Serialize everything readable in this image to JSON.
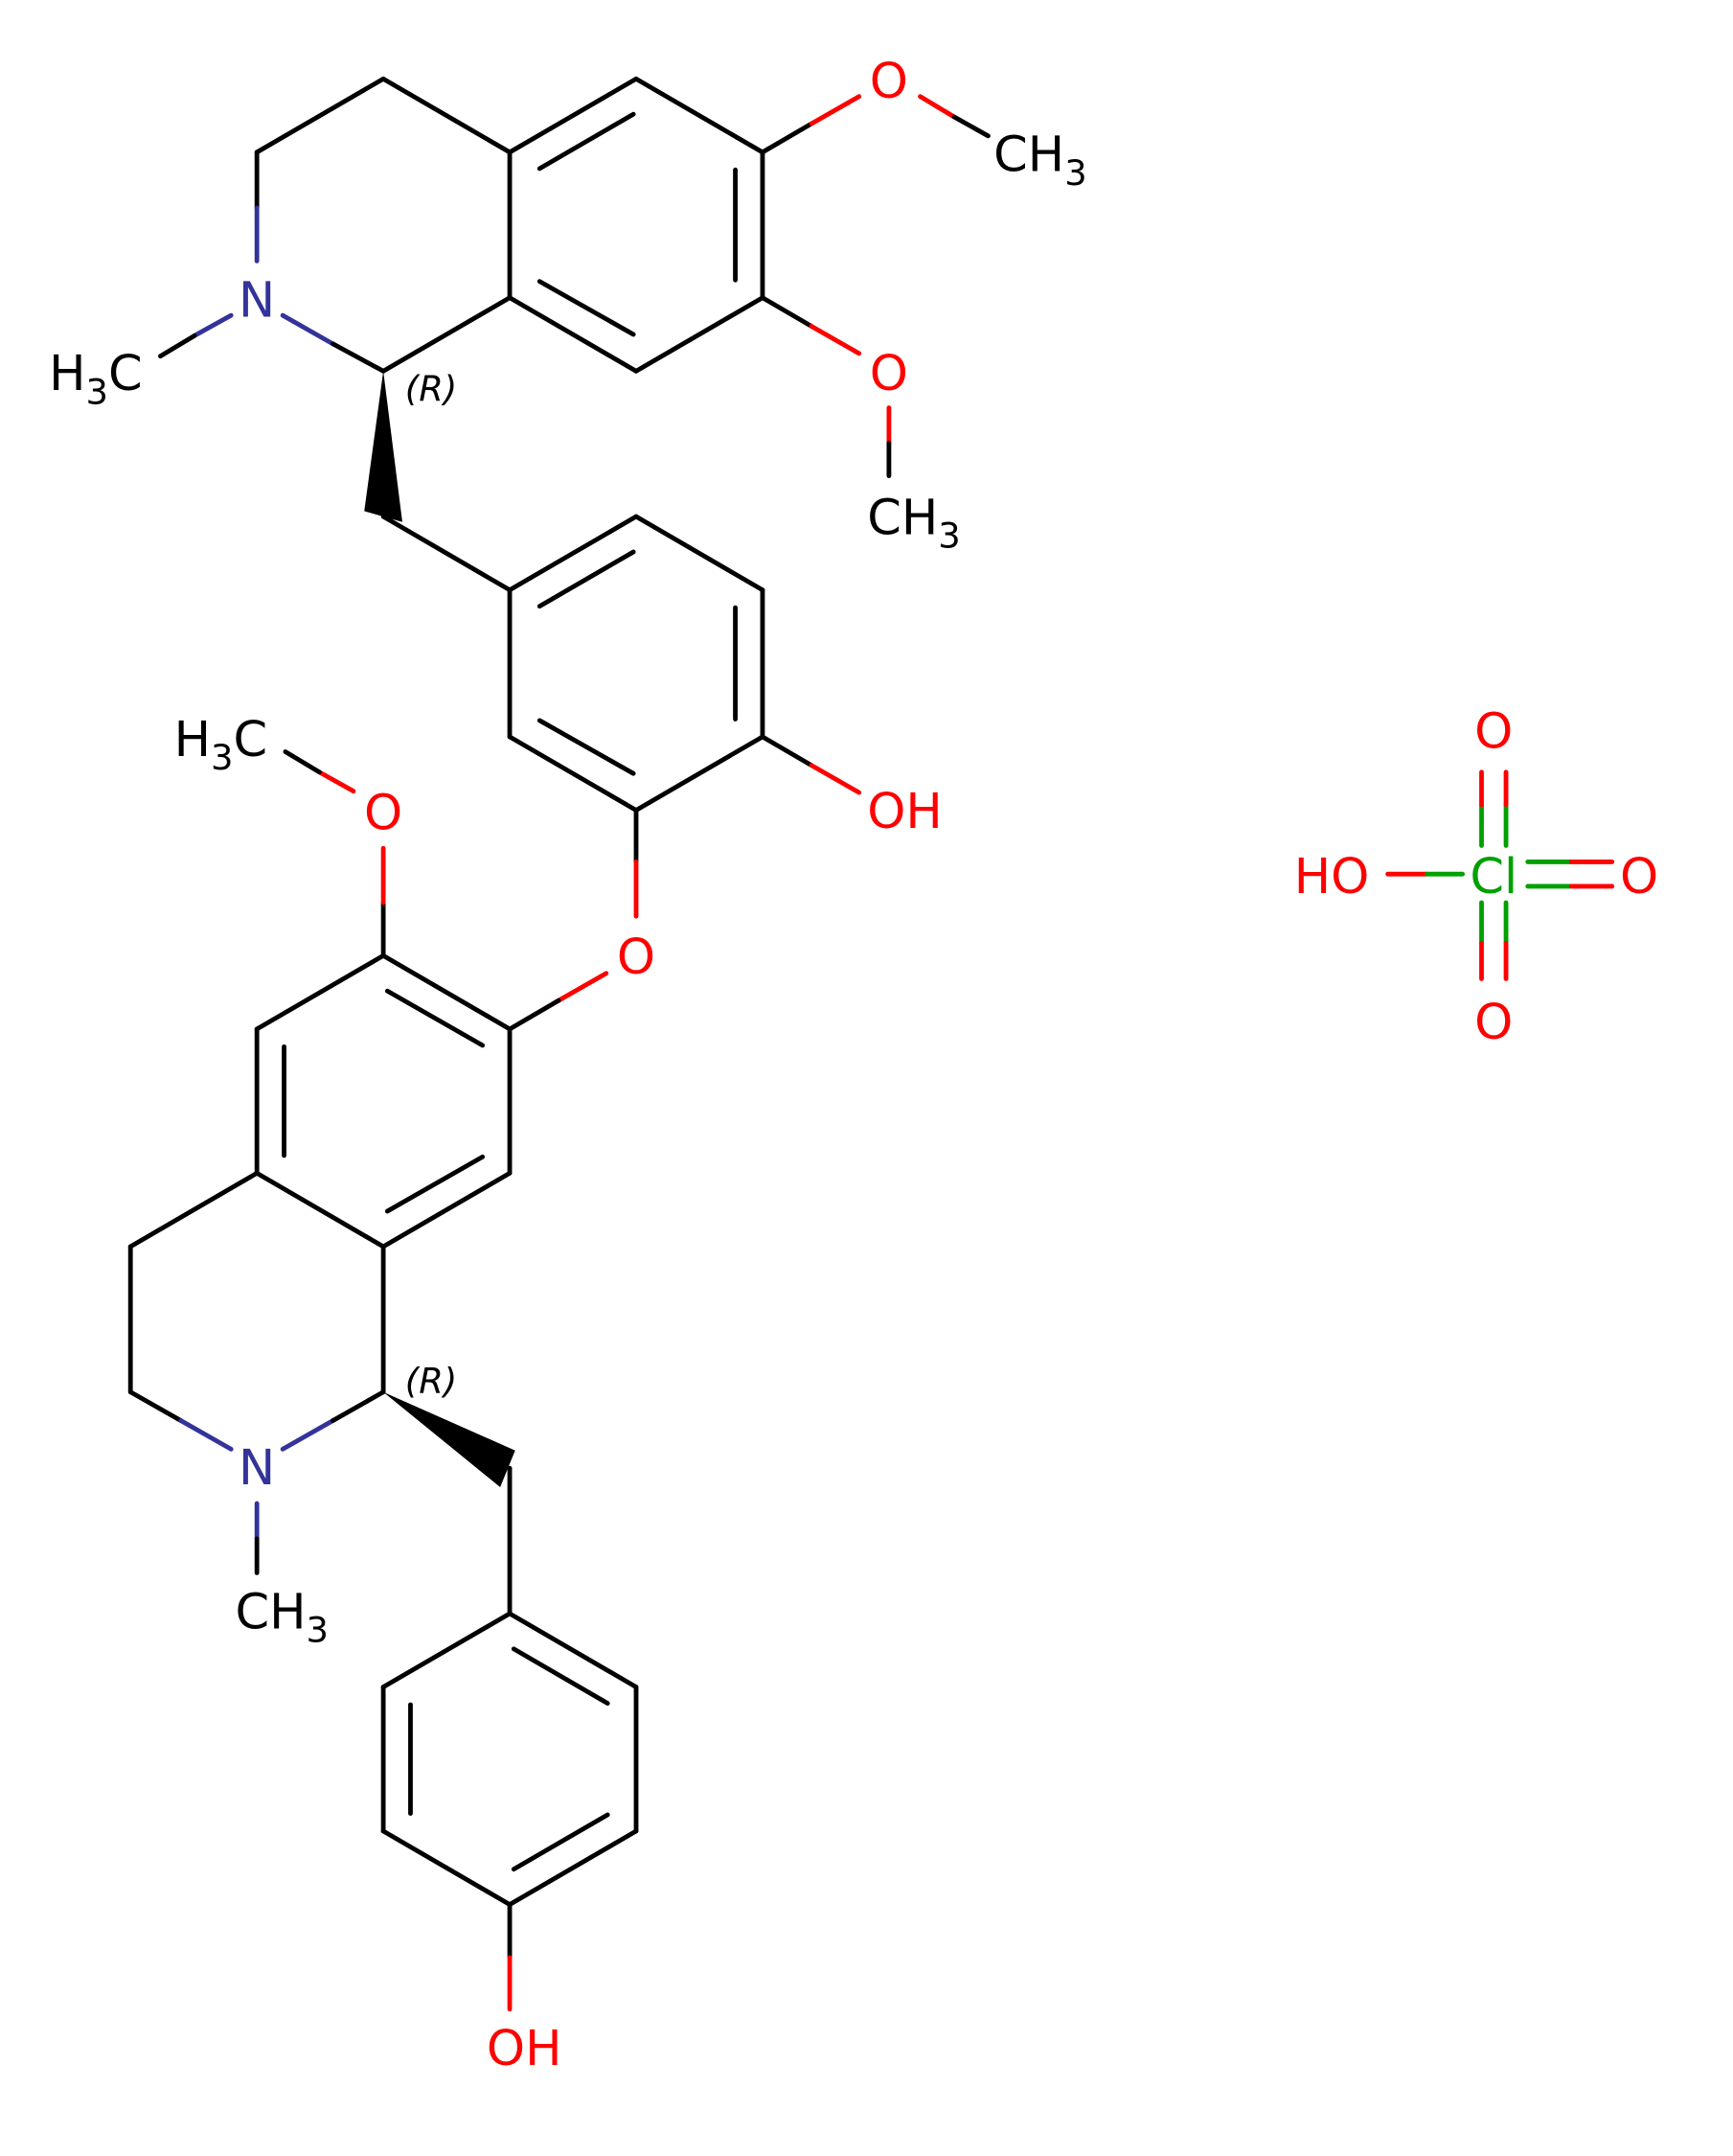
{
  "diagram": {
    "type": "chemical-structure",
    "colors": {
      "carbon": "#000000",
      "nitrogen": "#33339A",
      "oxygen": "#FF0000",
      "chlorine": "#00A000",
      "background": "#FFFFFF"
    },
    "labels": {
      "top_ome1_o": "O",
      "top_ome1_ch3": "CH",
      "top_ome1_sub": "3",
      "top_ome2_o": "O",
      "top_ome2_ch3": "CH",
      "top_ome2_sub": "3",
      "top_n": "N",
      "top_n_methyl_h": "H",
      "top_n_methyl_sub": "3",
      "top_n_methyl_c": "C",
      "top_stereo": "(R)",
      "mid_oh": "OH",
      "ether_o": "O",
      "bottom_ome_o": "O",
      "bottom_ome_h": "H",
      "bottom_ome_sub": "3",
      "bottom_ome_c": "C",
      "bottom_n": "N",
      "bottom_n_methyl_ch": "CH",
      "bottom_n_methyl_sub": "3",
      "bottom_stereo": "(R)",
      "phenol_oh": "OH",
      "perchlorate_ho": "HO",
      "perchlorate_cl": "Cl",
      "perchlorate_o_top": "O",
      "perchlorate_o_right": "O",
      "perchlorate_o_bottom": "O"
    },
    "components": [
      "bis-benzylisoquinoline alkaloid (two (R)-N-methyl-tetrahydroisoquinoline units joined by diaryl ether)",
      "perchloric acid (HOClO3)"
    ]
  }
}
